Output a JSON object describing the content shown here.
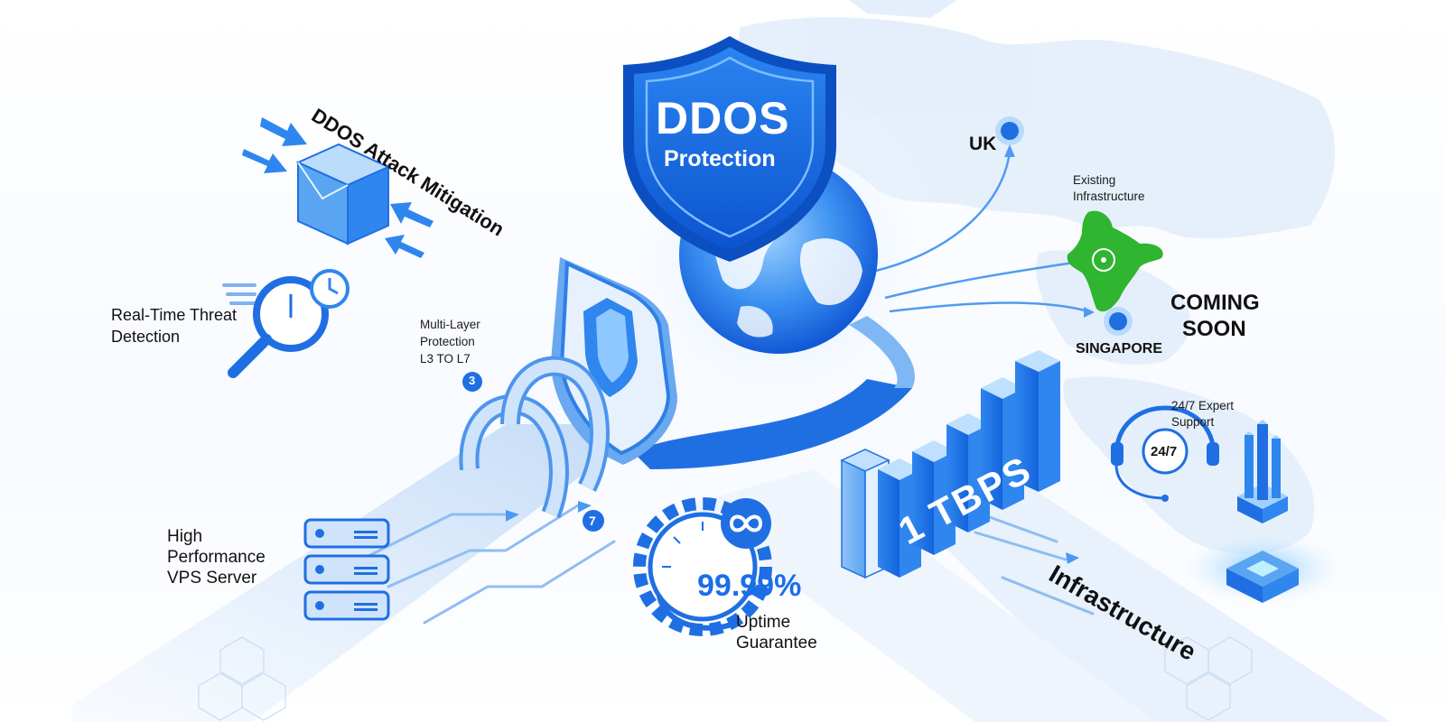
{
  "shield": {
    "title": "DDOS",
    "subtitle": "Protection"
  },
  "features": {
    "mitigation": "DDOS Attack Mitigation",
    "threat_detection_line1": "Real-Time Threat",
    "threat_detection_line2": "Detection",
    "multilayer_line1": "Multi-Layer",
    "multilayer_line2": "Protection",
    "multilayer_line3": "L3 TO L7",
    "vps_line1": "High",
    "vps_line2": "Performance",
    "vps_line3": "VPS Server",
    "uptime_value": "99.99%",
    "uptime_line1": "Uptime",
    "uptime_line2": "Guarantee",
    "bandwidth": "1 TBPS",
    "infrastructure": "Infrastructure",
    "support_line1": "24/7 Expert",
    "support_line2": "Support",
    "support_badge": "24/7"
  },
  "locations": {
    "uk": "UK",
    "existing_line1": "Existing",
    "existing_line2": "Infrastructure",
    "singapore": "SINGAPORE",
    "coming_line1": "COMING",
    "coming_line2": "SOON"
  },
  "layer_markers": {
    "start": "3",
    "end": "7"
  },
  "colors": {
    "primary_blue": "#1a6fe8",
    "dark_blue": "#0b4fc2",
    "light_blue": "#d6e7fb",
    "india_green": "#2fb52f",
    "text_dark": "#111111"
  },
  "icons": [
    "shield-icon",
    "globe-icon",
    "envelope-cube-icon",
    "magnifier-clock-icon",
    "server-stack-icon",
    "gear-infinity-icon",
    "headset-icon",
    "cloud-chip-icon",
    "bar-chart-icon"
  ]
}
